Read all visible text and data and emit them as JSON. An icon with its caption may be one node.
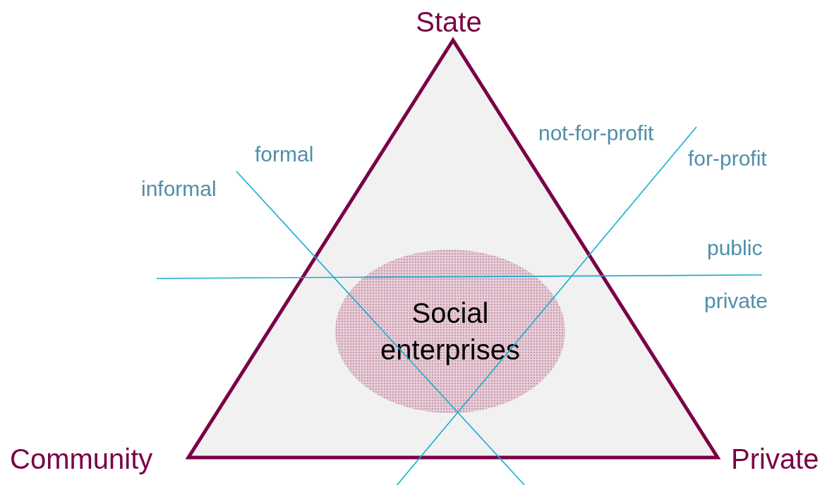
{
  "diagram": {
    "nodes": [
      {
        "text": [],
        "shape": "triangle"
      },
      {
        "text": [
          "Social enterprises"
        ],
        "in": 0
      }
    ],
    "labels": [
      "State",
      "not-for-profit",
      "formal",
      "for-profit",
      "informal",
      "public",
      "private",
      "Community",
      "Private"
    ]
  }
}
